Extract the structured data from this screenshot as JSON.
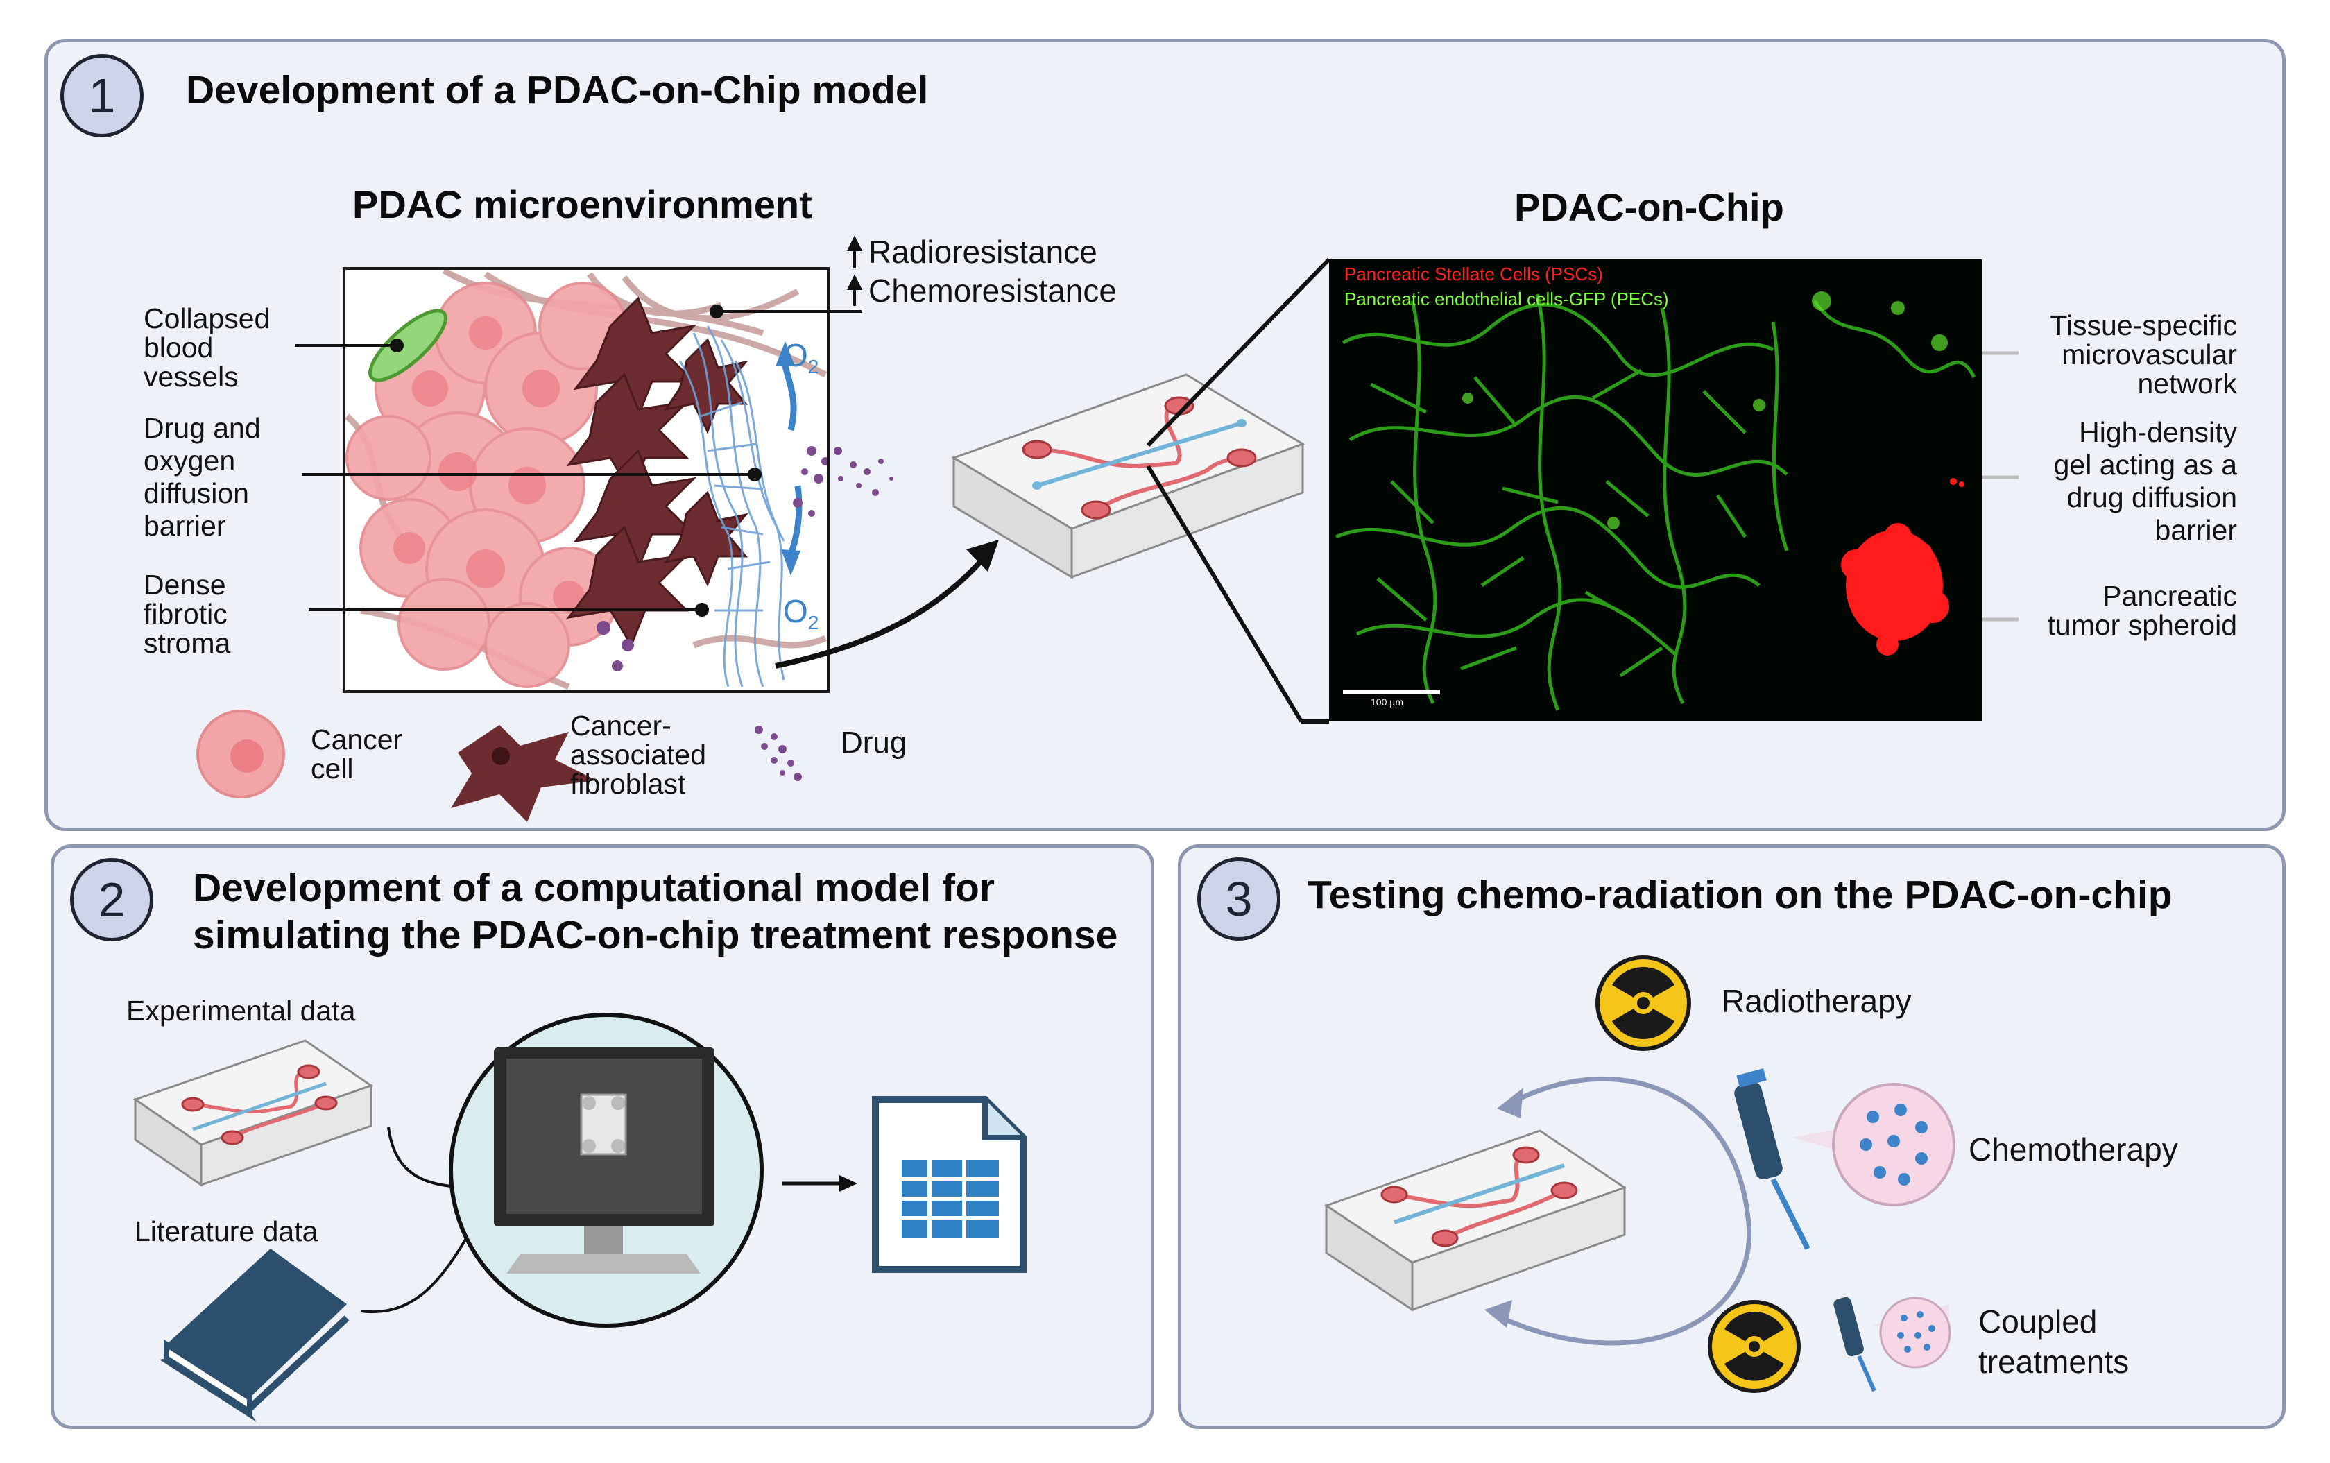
{
  "panel1": {
    "number": "1",
    "title": "Development of a PDAC-on-Chip model",
    "micro_title": "PDAC microenvironment",
    "chip_title": "PDAC-on-Chip",
    "radioresistance": "Radioresistance",
    "chemoresistance": "Chemoresistance",
    "o2_top": "O",
    "o2_bottom": "O",
    "o2_sub": "2",
    "left_labels": {
      "collapsed": [
        "Collapsed",
        "blood",
        "vessels"
      ],
      "barrier": [
        "Drug and",
        "oxygen",
        "diffusion",
        "barrier"
      ],
      "stroma": [
        "Dense",
        "fibrotic",
        "stroma"
      ]
    },
    "legend": {
      "cancer_cell": [
        "Cancer",
        "cell"
      ],
      "caf": [
        "Cancer-",
        "associated",
        "fibroblast"
      ],
      "drug": "Drug"
    },
    "micrograph": {
      "psc_label": "Pancreatic Stellate Cells (PSCs)",
      "pec_label": "Pancreatic endothelial cells-GFP (PECs)",
      "scale_label": "100 µm"
    },
    "right_labels": {
      "network": [
        "Tissue-specific",
        "microvascular",
        "network"
      ],
      "gel": [
        "High-density",
        "gel acting as a",
        "drug diffusion",
        "barrier"
      ],
      "spheroid": [
        "Pancreatic",
        "tumor spheroid"
      ]
    }
  },
  "panel2": {
    "number": "2",
    "title_line1": "Development of a computational model for",
    "title_line2": "simulating the PDAC-on-chip treatment response",
    "experimental": "Experimental data",
    "literature": "Literature data"
  },
  "panel3": {
    "number": "3",
    "title": "Testing chemo-radiation on the PDAC-on-chip",
    "radiotherapy": "Radiotherapy",
    "chemotherapy": "Chemotherapy",
    "coupled": [
      "Coupled",
      "treatments"
    ]
  },
  "colors": {
    "panel_bg": "#eef1f7",
    "panel_border": "#8d97b0",
    "cancer_pink": "#f2a0a3",
    "fibroblast": "#6d2c2f",
    "vessel_blue": "#3d83c9",
    "gfp_green": "#36c21c",
    "spheroid_red": "#ff1b1b",
    "rad_yellow": "#f6c519",
    "book_navy": "#2b4f6d"
  }
}
